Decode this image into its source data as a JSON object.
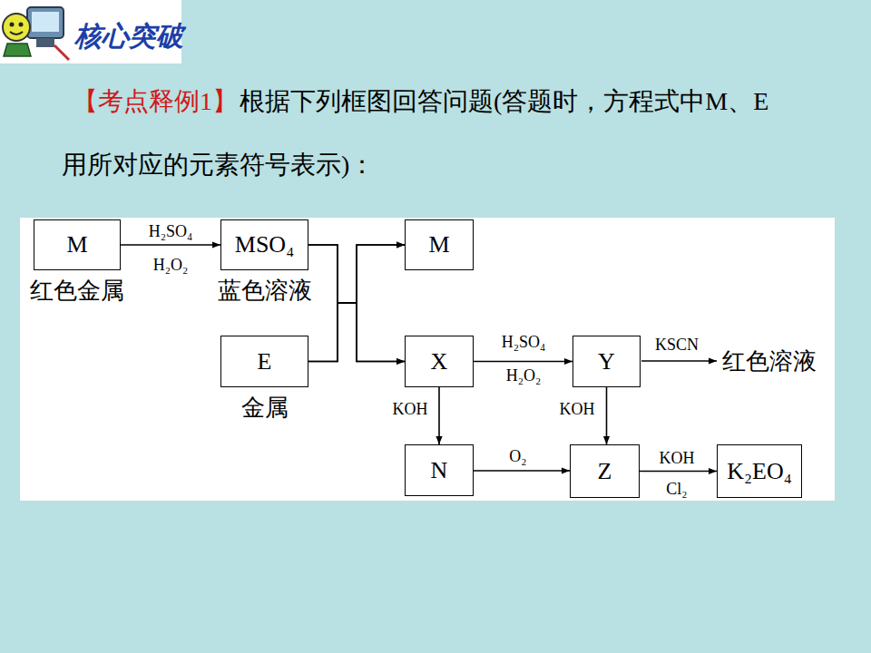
{
  "diagram": {
    "title": "根据下列框图回答问题(答题时，方程式中M、E用所对应的元素符号表示)：",
    "nodes": [
      {
        "text": [
          "M",
          "红色金属"
        ]
      },
      {
        "text": [
          "MSO₄",
          "蓝色溶液"
        ]
      },
      {
        "text": [
          "M"
        ]
      },
      {
        "text": [
          "E",
          "金属"
        ]
      },
      {
        "text": [
          "X"
        ]
      },
      {
        "text": [
          "Y"
        ]
      },
      {
        "text": [
          "N"
        ]
      },
      {
        "text": [
          "Z"
        ]
      },
      {
        "text": [
          "K₂EO₄"
        ]
      }
    ],
    "edges": [
      {
        "from": 0,
        "to": 1,
        "arrow": "to",
        "label": "H₂SO₄"
      },
      {
        "from": 1,
        "to": 2,
        "arrow": "to"
      },
      {
        "from": 1,
        "to": 4,
        "arrow": "to"
      },
      {
        "from": 3,
        "to": 2,
        "arrow": "to"
      },
      {
        "from": 3,
        "to": 4,
        "arrow": "to"
      },
      {
        "from": 4,
        "to": 5,
        "arrow": "to",
        "label": "H₂SO₄"
      },
      {
        "from": 4,
        "to": 6,
        "arrow": "to",
        "label": "KOH"
      },
      {
        "from": 5,
        "to": 7,
        "arrow": "to",
        "label": "KOH"
      },
      {
        "from": 6,
        "to": 7,
        "arrow": "to",
        "label": "O₂"
      },
      {
        "from": 7,
        "to": 8,
        "arrow": "to",
        "label": "KOH"
      }
    ],
    "labels": [
      "核心突破",
      "【考点释例1】",
      "H₂O₂",
      "H₂O₂",
      "Cl₂",
      "KSCN",
      "红色溶液"
    ]
  }
}
